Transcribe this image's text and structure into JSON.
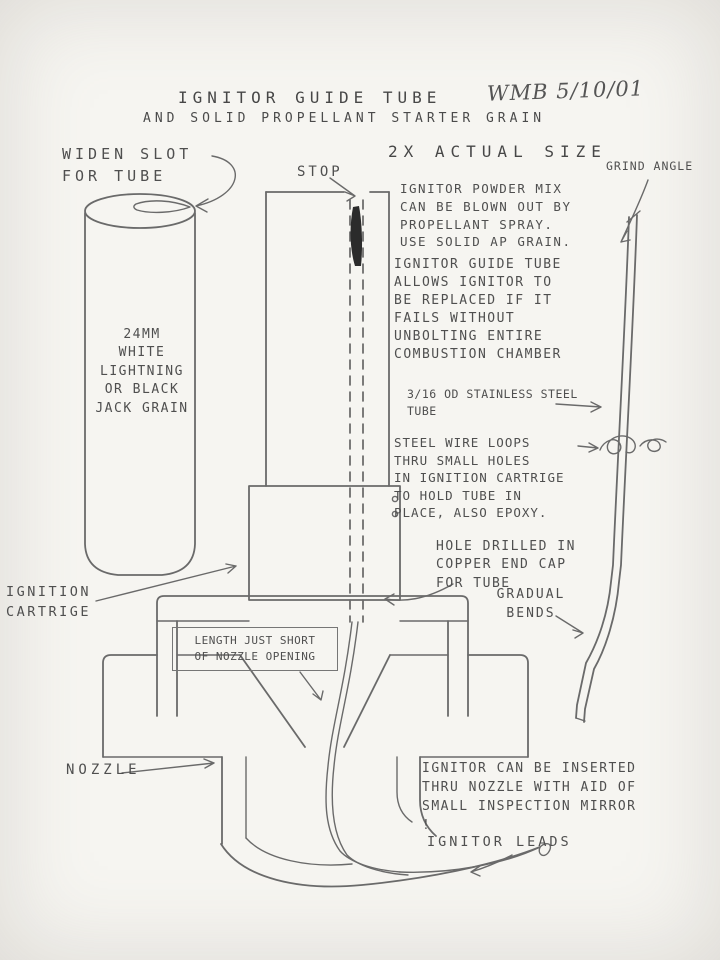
{
  "doc": {
    "signature": "WMB 5/10/01",
    "title_line1": "IGNITOR GUIDE TUBE",
    "title_line2": "AND SOLID PROPELLANT STARTER GRAIN",
    "scale": "2X ACTUAL SIZE"
  },
  "annotations": {
    "widen_slot": "WIDEN SLOT\nFOR TUBE",
    "stop": "STOP",
    "grind_angle": "GRIND ANGLE",
    "powder_mix": "IGNITOR POWDER MIX\nCAN BE BLOWN OUT BY\nPROPELLANT SPRAY.\nUSE SOLID AP GRAIN.",
    "guide_tube": "IGNITOR GUIDE TUBE\nALLOWS IGNITOR TO\nBE REPLACED IF IT\nFAILS WITHOUT\nUNBOLTING ENTIRE\nCOMBUSTION CHAMBER",
    "grain": "24MM\nWHITE\nLIGHTNING\nOR BLACK\nJACK GRAIN",
    "tube_spec": "3/16 OD STAINLESS STEEL\nTUBE",
    "wire_loops": "STEEL WIRE LOOPS\nTHRU SMALL HOLES\nIN IGNITION CARTRIGE\nTO HOLD TUBE IN\nPLACE, ALSO EPOXY.",
    "hole": "HOLE DRILLED IN\nCOPPER END CAP\nFOR TUBE",
    "gradual_bends": "GRADUAL\nBENDS",
    "ignition_cartrige": "IGNITION\nCARTRIGE",
    "length": "LENGTH JUST SHORT\nOF NOZZLE OPENING",
    "nozzle": "NOZZLE",
    "insert": "IGNITOR CAN BE INSERTED\nTHRU NOZZLE WITH AID OF\nSMALL INSPECTION MIRROR\n!",
    "ignitor_leads": "IGNITOR LEADS"
  },
  "colors": {
    "paper": "#f6f5f1",
    "pencil": "#6a6a6a",
    "pencil_dark": "#2b2b2b"
  }
}
